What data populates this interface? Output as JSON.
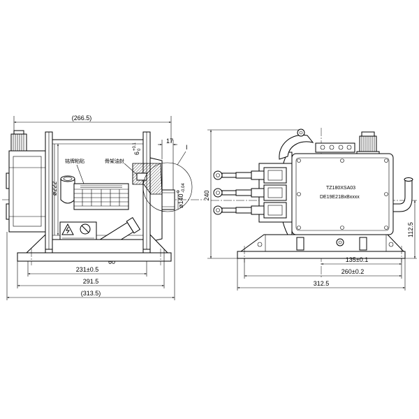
{
  "left_view": {
    "dim_top": "(266.5)",
    "dim_17": "17",
    "detail_label": "I",
    "dia_222": "ø222",
    "dia_140": "ø140",
    "dia_140_tol_upper": "0",
    "dia_140_tol_lower": "-0.04",
    "dim_6": "6",
    "dim_6_tol_upper": "+0.1",
    "dim_6_tol_lower": "0",
    "label_nameplate": "铭牌粘贴",
    "label_oil_seal": "骨架油封",
    "angle": "60°",
    "dim_231": "231±0.5",
    "dim_291": "291.5",
    "dim_313": "(313.5)"
  },
  "right_view": {
    "dim_240": "240",
    "dim_112": "112.5",
    "dim_135": "135±0.1",
    "dim_260": "260±0.2",
    "dim_312": "312.5",
    "model_line1": "TZ180XSA03",
    "model_line2": "DE19E21BxBxxxx"
  },
  "colors": {
    "line": "#000000",
    "background": "#ffffff"
  }
}
